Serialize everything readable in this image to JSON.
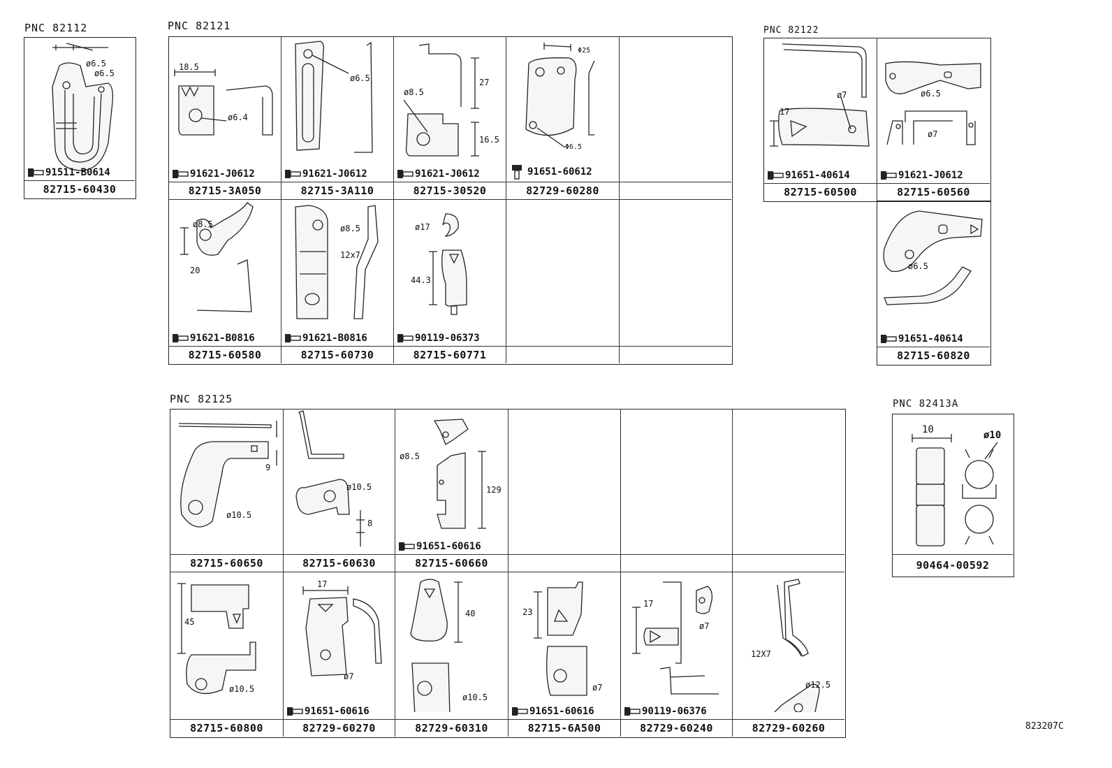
{
  "catalog_number": "823207C",
  "groups": [
    {
      "pnc": "PNC  82112",
      "cells": [
        {
          "part": "82715-60430",
          "bolt": "91511-B0614",
          "dims": [
            "ø6.5",
            "ø6.5"
          ]
        }
      ]
    },
    {
      "pnc": "PNC  82121",
      "cells": [
        {
          "part": "82715-3A050",
          "bolt": "91621-J0612",
          "dims": [
            "18.5",
            "ø6.4"
          ]
        },
        {
          "part": "82715-3A110",
          "bolt": "91621-J0612",
          "dims": [
            "ø6.5"
          ]
        },
        {
          "part": "82715-30520",
          "bolt": "91621-J0612",
          "dims": [
            "ø8.5",
            "27",
            "16.5"
          ]
        },
        {
          "part": "82729-60280",
          "bolt": "91651-60612",
          "dims": [
            "Φ25",
            "Φ6.5"
          ]
        },
        {
          "part": "",
          "bolt": "",
          "dims": []
        },
        {
          "part": "82715-60580",
          "bolt": "91621-B0816",
          "dims": [
            "ø8.5",
            "20"
          ]
        },
        {
          "part": "82715-60730",
          "bolt": "91621-B0816",
          "dims": [
            "ø8.5",
            "12x7"
          ]
        },
        {
          "part": "82715-60771",
          "bolt": "90119-06373",
          "dims": [
            "ø17",
            "44.3"
          ]
        },
        {
          "part": "",
          "bolt": "",
          "dims": []
        },
        {
          "part": "",
          "bolt": "",
          "dims": []
        }
      ]
    },
    {
      "pnc": "PNC  82122",
      "cells": [
        {
          "part": "82715-60500",
          "bolt": "91651-40614",
          "dims": [
            "ø7",
            "17"
          ]
        },
        {
          "part": "82715-60560",
          "bolt": "91621-J0612",
          "dims": [
            "ø6.5",
            "ø7"
          ]
        },
        {
          "part": "82715-60820",
          "bolt": "91651-40614",
          "dims": [
            "ø6.5"
          ]
        }
      ]
    },
    {
      "pnc": "PNC  82125",
      "cells": [
        {
          "part": "82715-60650",
          "bolt": "",
          "dims": [
            "9",
            "ø10.5"
          ]
        },
        {
          "part": "82715-60630",
          "bolt": "",
          "dims": [
            "ø10.5",
            "8"
          ]
        },
        {
          "part": "82715-60660",
          "bolt": "91651-60616",
          "dims": [
            "ø8.5",
            "129"
          ]
        },
        {
          "part": "",
          "bolt": "",
          "dims": []
        },
        {
          "part": "",
          "bolt": "",
          "dims": []
        },
        {
          "part": "",
          "bolt": "",
          "dims": []
        },
        {
          "part": "82715-60800",
          "bolt": "",
          "dims": [
            "45",
            "ø10.5"
          ]
        },
        {
          "part": "82729-60270",
          "bolt": "91651-60616",
          "dims": [
            "17",
            "ø7"
          ]
        },
        {
          "part": "82729-60310",
          "bolt": "",
          "dims": [
            "40",
            "ø10.5"
          ]
        },
        {
          "part": "82715-6A500",
          "bolt": "91651-60616",
          "dims": [
            "23",
            "ø7"
          ]
        },
        {
          "part": "82729-60240",
          "bolt": "90119-06376",
          "dims": [
            "17",
            "ø7"
          ]
        },
        {
          "part": "82729-60260",
          "bolt": "",
          "dims": [
            "12X7",
            "ø12.5"
          ]
        }
      ]
    },
    {
      "pnc": "PNC   82413A",
      "cells": [
        {
          "part": "90464-00592",
          "bolt": "",
          "dims": [
            "10",
            "ø10"
          ]
        }
      ]
    }
  ]
}
